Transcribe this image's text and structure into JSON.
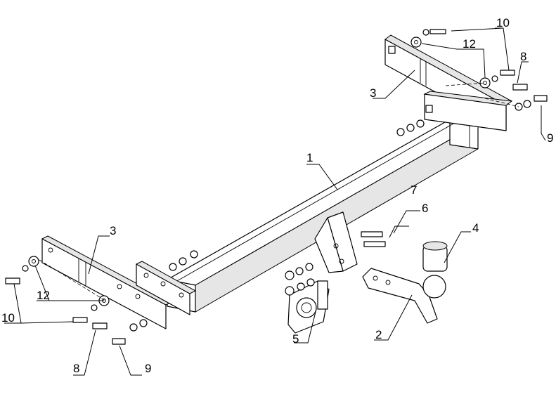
{
  "labels": {
    "p1": "1",
    "p2": "2",
    "p3_right": "3",
    "p3_left": "3",
    "p4": "4",
    "p5": "5",
    "p6": "6",
    "p7": "7",
    "p8_right": "8",
    "p8_left": "8",
    "p9_right": "9",
    "p9_left": "9",
    "p10_right": "10",
    "p10_left": "10",
    "p12_right": "12",
    "p12_left": "12"
  }
}
